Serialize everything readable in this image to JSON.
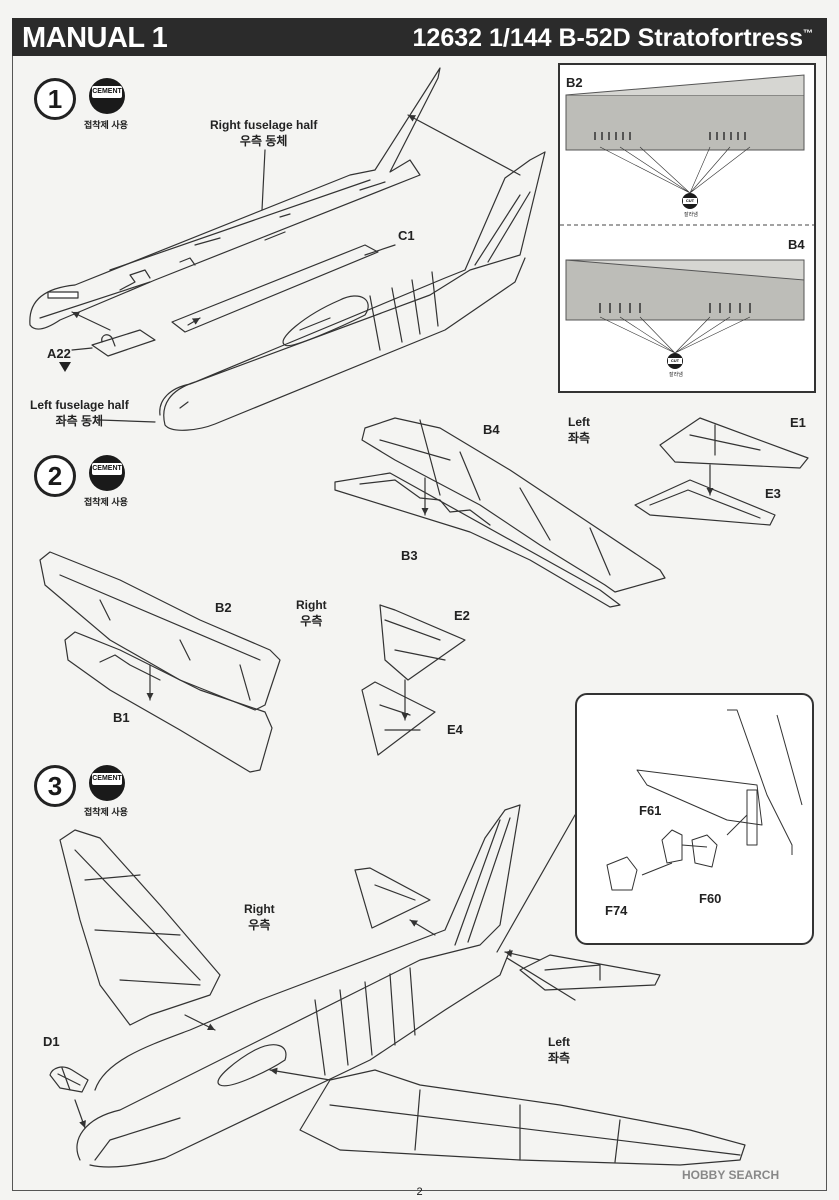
{
  "header": {
    "left": "MANUAL 1",
    "right": "12632 1/144 B-52D Stratofortress",
    "tm": "™"
  },
  "cement": {
    "badge": "CEMENT",
    "note": "접착제 사용"
  },
  "cut": {
    "badge": "CUT",
    "note": "잘라냄"
  },
  "steps": {
    "s1": "1",
    "s2": "2",
    "s3": "3"
  },
  "step1": {
    "right_half_en": "Right fuselage half",
    "right_half_ko": "우측 동체",
    "left_half_en": "Left fuselage half",
    "left_half_ko": "좌측 동체",
    "part_c1": "C1",
    "part_a22": "A22",
    "inset_b2": "B2",
    "inset_b4": "B4"
  },
  "step2": {
    "left_en": "Left",
    "left_ko": "좌측",
    "right_en": "Right",
    "right_ko": "우측",
    "b4": "B4",
    "b3": "B3",
    "b2": "B2",
    "b1": "B1",
    "e1": "E1",
    "e3": "E3",
    "e2": "E2",
    "e4": "E4"
  },
  "step3": {
    "right_en": "Right",
    "right_ko": "우측",
    "left_en": "Left",
    "left_ko": "좌측",
    "d1": "D1",
    "f61": "F61",
    "f74": "F74",
    "f60": "F60"
  },
  "footer": {
    "page": "2",
    "watermark": "HOBBY SEARCH"
  }
}
